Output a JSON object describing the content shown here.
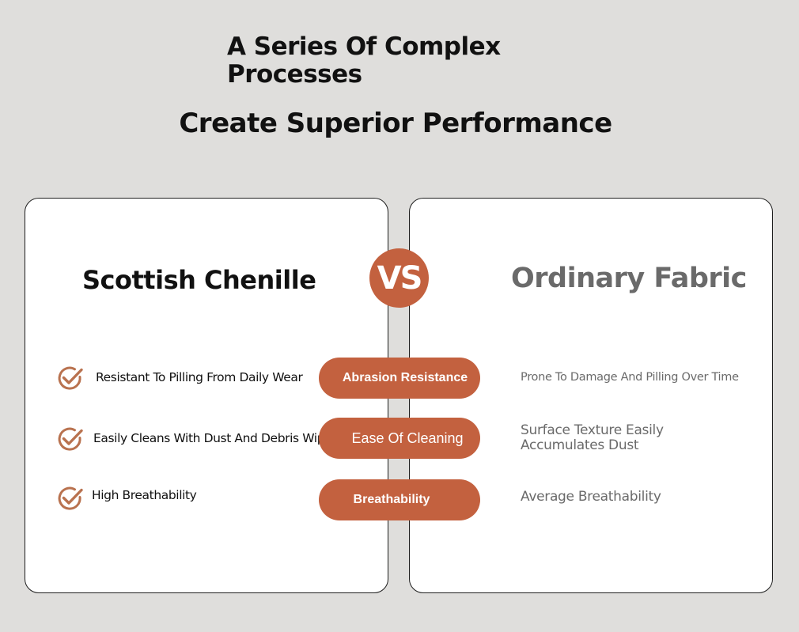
{
  "headline": {
    "line1": "A Series Of Complex",
    "line2": "Processes",
    "subtitle": "Create Superior Performance"
  },
  "vs_label": "VS",
  "left_card": {
    "title": "Scottish Chenille",
    "features": [
      "Resistant To Pilling From Daily Wear",
      "Easily Cleans With Dust And Debris Wiping",
      "High Breathability"
    ]
  },
  "right_card": {
    "title": "Ordinary Fabric",
    "descriptions": [
      "Prone To Damage And Pilling Over Time",
      "Surface Texture Easily",
      "Accumulates Dust",
      "Average Breathability"
    ]
  },
  "categories": [
    "Abrasion Resistance",
    "Ease Of Cleaning",
    "Breathability"
  ],
  "colors": {
    "accent": "#c3613f",
    "background": "#dfdedc",
    "card": "#ffffff",
    "muted_text": "#6a6a6a"
  },
  "icons": [
    "check-circle-icon"
  ]
}
